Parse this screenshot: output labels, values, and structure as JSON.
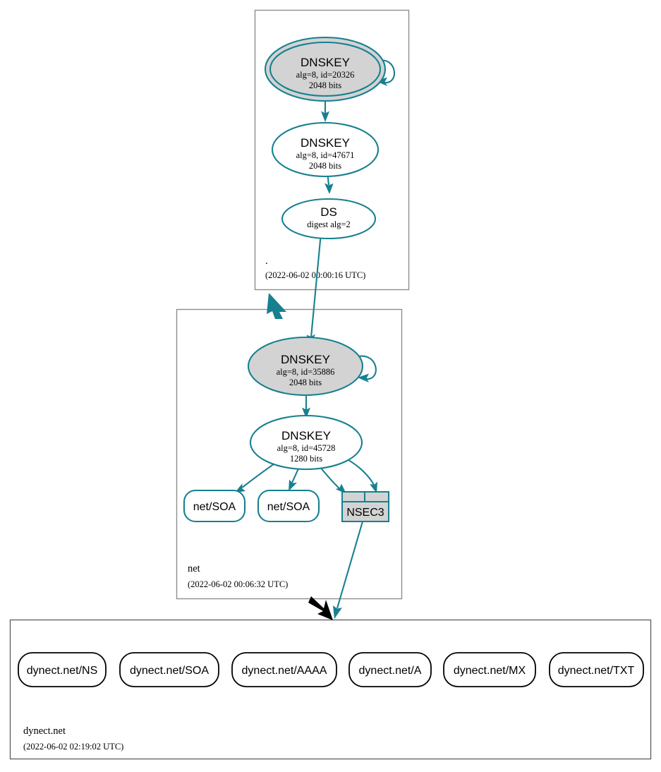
{
  "diagram": {
    "type": "dnssec-authentication-chain",
    "target": "dynect.net",
    "colors": {
      "secure_teal": "#17808f",
      "node_fill_gray": "#d3d3d3",
      "zone_border": "#8e8e8e",
      "insecure_black": "#000000",
      "background": "#ffffff"
    }
  },
  "zones": [
    {
      "id": "root",
      "name": ".",
      "timestamp": "(2022-06-02 00:00:16 UTC)",
      "nodes": [
        {
          "id": "root-ksk",
          "kind": "DNSKEY",
          "title": "DNSKEY",
          "line2": "alg=8, id=20326",
          "line3": "2048 bits",
          "alg": 8,
          "key_id": 20326,
          "key_size": "2048 bits",
          "role": "ksk",
          "trust_anchor": true,
          "self_signed": true,
          "fill": "gray"
        },
        {
          "id": "root-zsk",
          "kind": "DNSKEY",
          "title": "DNSKEY",
          "line2": "alg=8, id=47671",
          "line3": "2048 bits",
          "alg": 8,
          "key_id": 47671,
          "key_size": "2048 bits",
          "role": "zsk",
          "trust_anchor": false,
          "self_signed": false,
          "fill": "white"
        },
        {
          "id": "root-ds",
          "kind": "DS",
          "title": "DS",
          "line2": "digest alg=2",
          "line3": "",
          "digest_alg": 2,
          "fill": "white"
        }
      ]
    },
    {
      "id": "net",
      "name": "net",
      "timestamp": "(2022-06-02 00:06:32 UTC)",
      "nodes": [
        {
          "id": "net-ksk",
          "kind": "DNSKEY",
          "title": "DNSKEY",
          "line2": "alg=8, id=35886",
          "line3": "2048 bits",
          "alg": 8,
          "key_id": 35886,
          "key_size": "2048 bits",
          "role": "ksk",
          "self_signed": true,
          "fill": "gray"
        },
        {
          "id": "net-zsk",
          "kind": "DNSKEY",
          "title": "DNSKEY",
          "line2": "alg=8, id=45728",
          "line3": "1280 bits",
          "alg": 8,
          "key_id": 45728,
          "key_size": "1280 bits",
          "role": "zsk",
          "self_signed": false,
          "fill": "white"
        },
        {
          "id": "net-soa-1",
          "kind": "RRset",
          "title": "net/SOA",
          "fill": "white"
        },
        {
          "id": "net-soa-2",
          "kind": "RRset",
          "title": "net/SOA",
          "fill": "white"
        },
        {
          "id": "net-nsec3",
          "kind": "NSEC3",
          "title": "NSEC3",
          "fill": "gray"
        }
      ]
    },
    {
      "id": "dynect",
      "name": "dynect.net",
      "timestamp": "(2022-06-02 02:19:02 UTC)",
      "nodes": [
        {
          "id": "dynect-ns",
          "kind": "RRset",
          "title": "dynect.net/NS",
          "fill": "white"
        },
        {
          "id": "dynect-soa",
          "kind": "RRset",
          "title": "dynect.net/SOA",
          "fill": "white"
        },
        {
          "id": "dynect-aaaa",
          "kind": "RRset",
          "title": "dynect.net/AAAA",
          "fill": "white"
        },
        {
          "id": "dynect-a",
          "kind": "RRset",
          "title": "dynect.net/A",
          "fill": "white"
        },
        {
          "id": "dynect-mx",
          "kind": "RRset",
          "title": "dynect.net/MX",
          "fill": "white"
        },
        {
          "id": "dynect-txt",
          "kind": "RRset",
          "title": "dynect.net/TXT",
          "fill": "white"
        }
      ]
    }
  ],
  "edges": [
    {
      "from": "root-ksk",
      "to": "root-ksk",
      "style": "self-loop",
      "color": "teal"
    },
    {
      "from": "root-ksk",
      "to": "root-zsk",
      "style": "signs",
      "color": "teal"
    },
    {
      "from": "root-zsk",
      "to": "root-ds",
      "style": "signs",
      "color": "teal"
    },
    {
      "from": "root-ds",
      "to": "net-ksk",
      "style": "delegation",
      "color": "teal"
    },
    {
      "from": "root",
      "to": "net",
      "style": "zone-transition",
      "color": "teal"
    },
    {
      "from": "net-ksk",
      "to": "net-ksk",
      "style": "self-loop",
      "color": "teal"
    },
    {
      "from": "net-ksk",
      "to": "net-zsk",
      "style": "signs",
      "color": "teal"
    },
    {
      "from": "net-zsk",
      "to": "net-soa-1",
      "style": "signs",
      "color": "teal"
    },
    {
      "from": "net-zsk",
      "to": "net-soa-2",
      "style": "signs",
      "color": "teal"
    },
    {
      "from": "net-zsk",
      "to": "net-nsec3",
      "style": "signs",
      "color": "teal"
    },
    {
      "from": "net-nsec3",
      "to": "dynect",
      "style": "delegation",
      "color": "teal"
    },
    {
      "from": "net",
      "to": "dynect",
      "style": "zone-transition",
      "color": "black"
    }
  ]
}
